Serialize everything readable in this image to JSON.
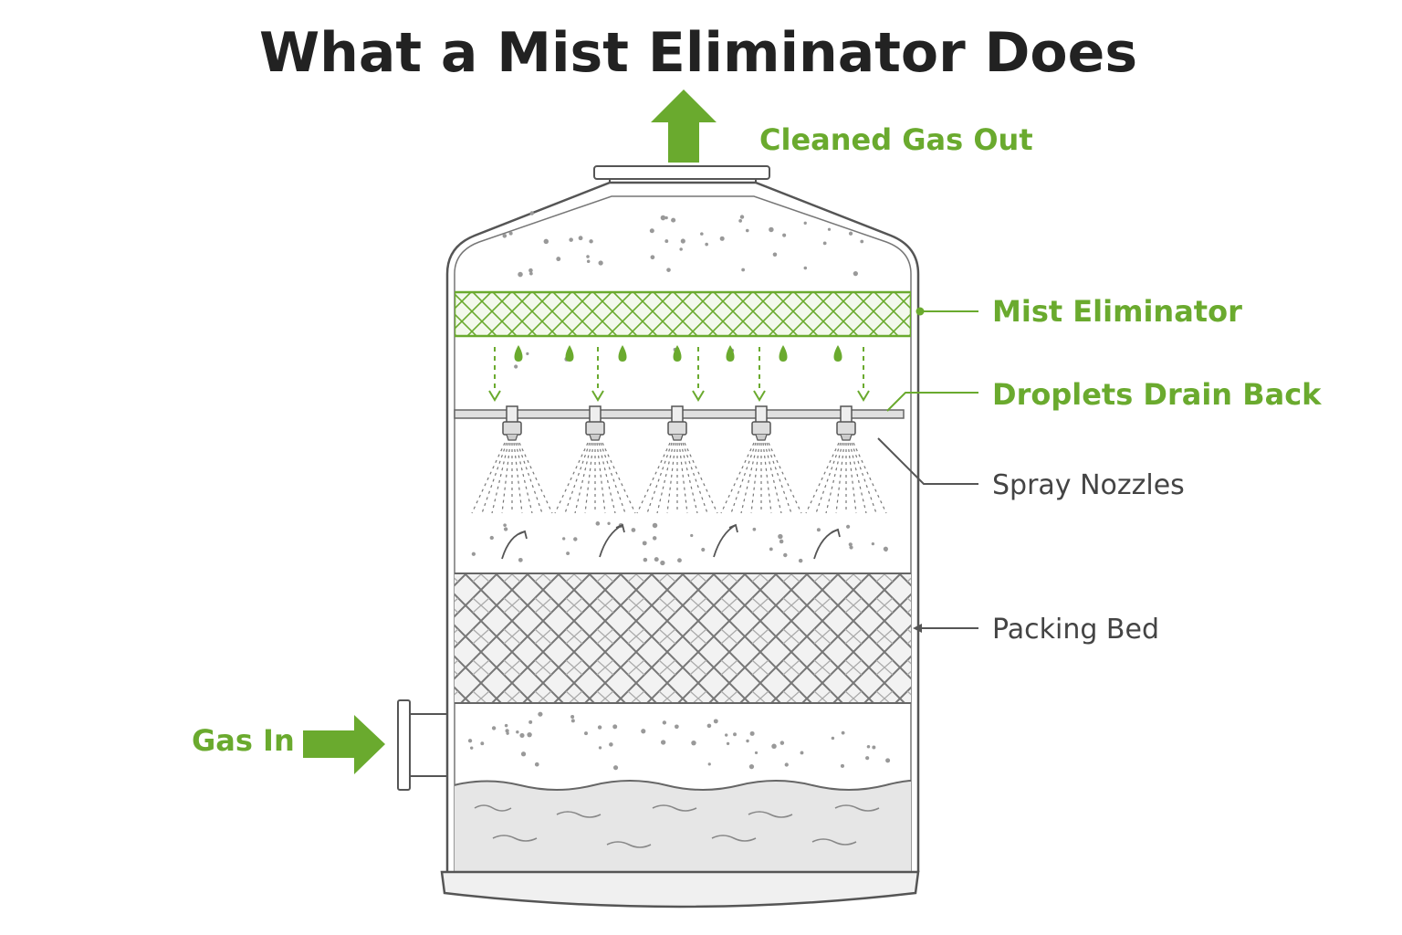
{
  "title": "What a Mist Eliminator Does",
  "labels": {
    "gas_out": "Cleaned Gas Out",
    "mist_eliminator": "Mist Eliminator",
    "droplets": "Droplets Drain Back",
    "nozzles": "Spray Nozzles",
    "packing": "Packing Bed",
    "gas_in": "Gas In"
  },
  "colors": {
    "accent_green": "#6aaa2e",
    "outline": "#555555",
    "label_gray": "#444444",
    "title": "#222222",
    "liquid": "#e6e6e6"
  },
  "icons": {
    "gas_out": "arrow-up-icon",
    "gas_in": "arrow-right-icon"
  }
}
